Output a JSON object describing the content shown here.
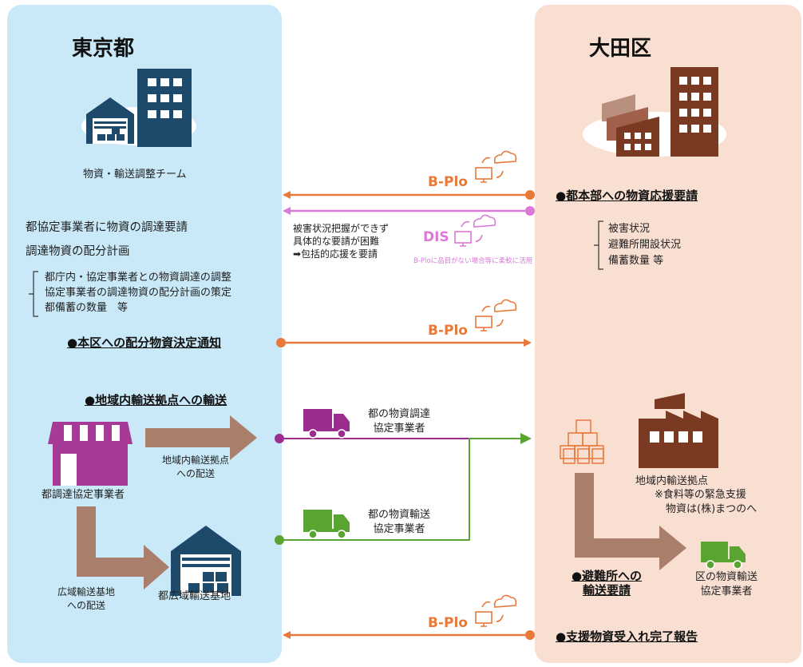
{
  "left_panel": {
    "title": "東京都",
    "team_label": "物資・輸送調整チーム",
    "request_line": "都協定事業者に物資の調達要請",
    "plan_line": "調達物資の配分計画",
    "details": [
      "都庁内・協定事業者との物資調達の調整",
      "協定事業者の調達物資の配分計画の策定",
      "都備蓄の数量　等"
    ],
    "heading_notice": "●本区への配分物資決定通知",
    "heading_transport": "●地域内輸送拠点への輸送",
    "supplier_label": "都調達協定事業者",
    "delivery_local": [
      "地域内輸送拠点",
      "への配送"
    ],
    "delivery_wide": [
      "広域輸送基地",
      "への配送"
    ],
    "warehouse_label": "都広域輸送基地"
  },
  "right_panel": {
    "title": "大田区",
    "heading_request": "●都本部への物資応援要請",
    "details": [
      "被害状況",
      "避難所開設状況",
      "備蓄数量 等"
    ],
    "hub_label": "地域内輸送拠点",
    "hub_note": [
      "※食料等の緊急支援",
      "物資は(株)まつのへ"
    ],
    "heading_shelter": [
      "●避難所への",
      "輸送要請"
    ],
    "ward_transport": [
      "区の物資輸送",
      "協定事業者"
    ],
    "heading_report": "●支援物資受入れ完了報告"
  },
  "middle": {
    "bplo_label": "B-Plo",
    "dis_label": "DIS",
    "dis_text": [
      "被害状況把握ができず",
      "具体的な要請が困難",
      "➡包括的応援を要請"
    ],
    "dis_note": "B-Ploに品目がない場合等に柔軟に活用",
    "procure_label": [
      "都の物資調達",
      "協定事業者"
    ],
    "transport_label": [
      "都の物資輸送",
      "協定事業者"
    ]
  },
  "colors": {
    "left_bg": "#c9e9f8",
    "right_bg": "#f9dfd1",
    "orange": "#e8793a",
    "pink": "#d97ad6",
    "purple": "#9b2d8e",
    "green": "#5aa532",
    "navy": "#1d4a6b",
    "brown": "#7a3a22",
    "tan": "#a97e6b"
  },
  "icons": [
    "warehouse-icon",
    "office-building-icon",
    "factory-icon",
    "computer-cloud-icon",
    "store-icon",
    "truck-icon",
    "boxes-icon"
  ]
}
